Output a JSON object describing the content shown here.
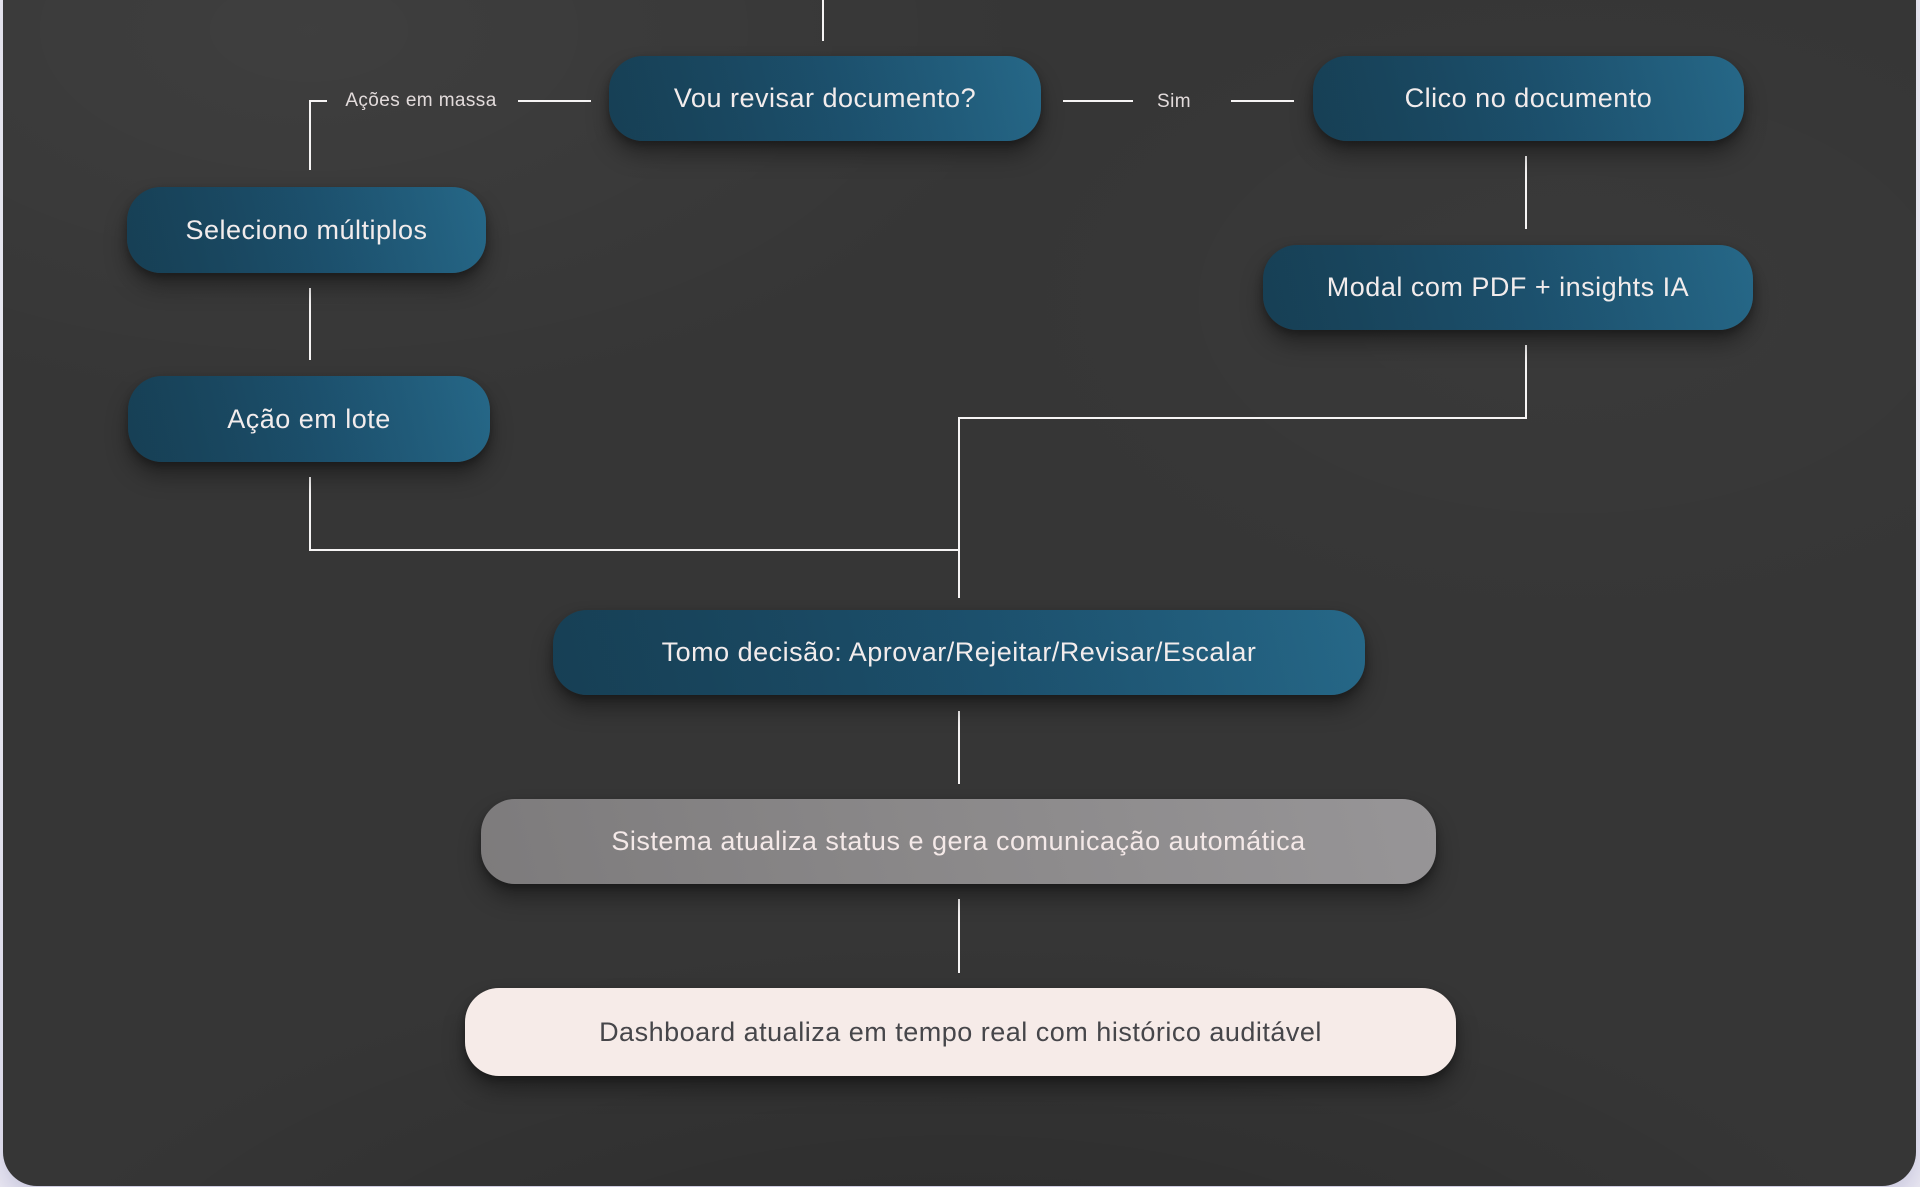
{
  "diagram": {
    "type": "flowchart",
    "colors": {
      "canvas_background": "#363636",
      "outer_background": "#f4f3f8",
      "node_teal_dark": "#173f54",
      "node_teal_light": "#266888",
      "node_gray": "#8b898a",
      "node_cream": "#f6ebe8",
      "node_text_light": "#f2ecec",
      "node_text_dark": "#46464a",
      "connector_line": "#f6f4f4",
      "edge_label_text": "#e2dbdb"
    },
    "nodes": [
      {
        "id": "vou-revisar",
        "label": "Vou revisar documento?",
        "kind": "decision"
      },
      {
        "id": "clico-documento",
        "label": "Clico no documento",
        "kind": "step"
      },
      {
        "id": "seleciono-multiplos",
        "label": "Seleciono múltiplos",
        "kind": "step"
      },
      {
        "id": "modal-pdf",
        "label": "Modal com PDF + insights IA",
        "kind": "step"
      },
      {
        "id": "acao-em-lote",
        "label": "Ação em lote",
        "kind": "step"
      },
      {
        "id": "tomo-decisao",
        "label": "Tomo decisão: Aprovar/Rejeitar/Revisar/Escalar",
        "kind": "step"
      },
      {
        "id": "sistema-atualiza",
        "label": "Sistema atualiza status e gera comunicação automática",
        "kind": "system"
      },
      {
        "id": "dashboard-atualiza",
        "label": "Dashboard atualiza em tempo real com histórico auditável",
        "kind": "result"
      }
    ],
    "edge_labels": [
      {
        "id": "acoes-em-massa",
        "label": "Ações em massa"
      },
      {
        "id": "sim",
        "label": "Sim"
      }
    ]
  }
}
